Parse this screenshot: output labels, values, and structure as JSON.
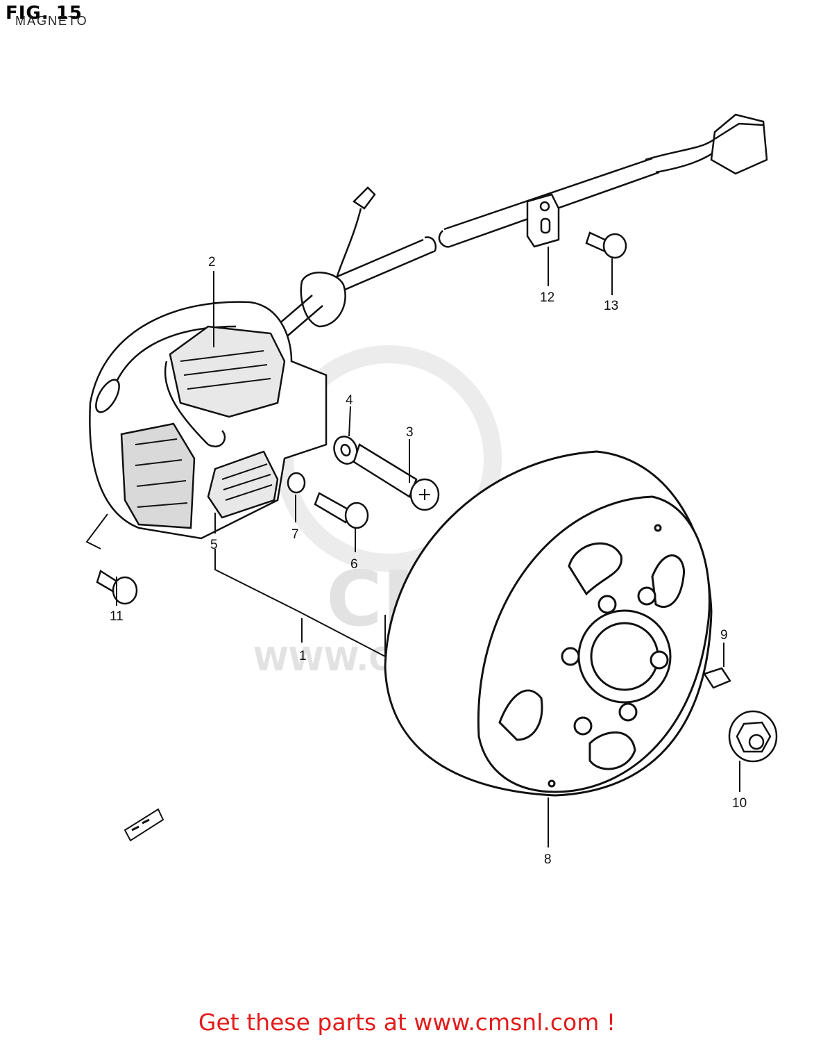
{
  "figure": {
    "title": "FIG. 15",
    "subtitle": "MAGNETO"
  },
  "callouts": [
    {
      "id": "1",
      "label": "1"
    },
    {
      "id": "2",
      "label": "2"
    },
    {
      "id": "3",
      "label": "3"
    },
    {
      "id": "4",
      "label": "4"
    },
    {
      "id": "5",
      "label": "5"
    },
    {
      "id": "6",
      "label": "6"
    },
    {
      "id": "7",
      "label": "7"
    },
    {
      "id": "8",
      "label": "8"
    },
    {
      "id": "9",
      "label": "9"
    },
    {
      "id": "10",
      "label": "10"
    },
    {
      "id": "11",
      "label": "11"
    },
    {
      "id": "12",
      "label": "12"
    },
    {
      "id": "13",
      "label": "13"
    }
  ],
  "watermark": {
    "logo": "CMS",
    "url": "WWW.CMSNL.COM"
  },
  "footer": {
    "text": "Get these parts at www.cmsnl.com !"
  },
  "colors": {
    "line": "#111111",
    "footer": "#e31b1b",
    "watermark": "#e6e6e6"
  }
}
